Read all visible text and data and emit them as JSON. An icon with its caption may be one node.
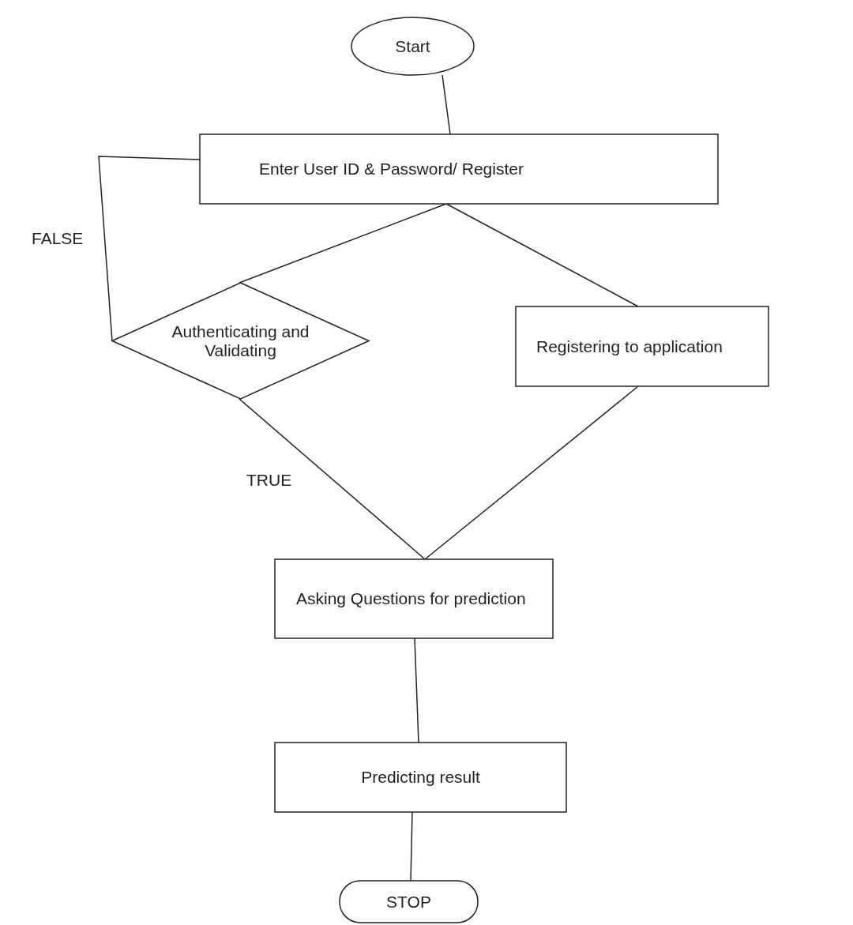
{
  "diagram": {
    "nodes": [
      {
        "text": [
          "Start"
        ]
      },
      {
        "text": [
          "Enter User ID & Password/ Register"
        ]
      },
      {
        "text": [
          "Authenticating and Validating"
        ]
      },
      {
        "text": [
          "Registering to application"
        ]
      },
      {
        "text": [
          "Asking Questions for prediction"
        ]
      },
      {
        "text": [
          "Predicting result"
        ]
      },
      {
        "text": [
          "STOP"
        ]
      }
    ],
    "edges": [
      {
        "from": 0,
        "to": 1,
        "arrow": "none"
      },
      {
        "from": 1,
        "to": 2,
        "arrow": "none"
      },
      {
        "from": 1,
        "to": 3,
        "arrow": "none"
      },
      {
        "from": 2,
        "to": 1,
        "arrow": "none",
        "label": "FALSE"
      },
      {
        "from": 2,
        "to": 4,
        "arrow": "none",
        "label": "TRUE"
      },
      {
        "from": 3,
        "to": 4,
        "arrow": "none"
      },
      {
        "from": 4,
        "to": 5,
        "arrow": "none"
      },
      {
        "from": 5,
        "to": 6,
        "arrow": "none"
      }
    ]
  }
}
